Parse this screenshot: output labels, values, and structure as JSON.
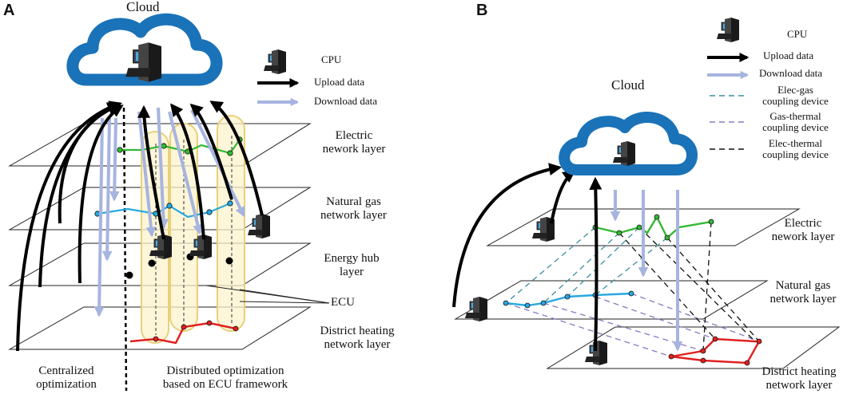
{
  "panels": {
    "a": {
      "label": "A",
      "cloud_label": "Cloud",
      "legend": {
        "cpu": "CPU",
        "upload": "Upload data",
        "download": "Download data"
      },
      "layers": {
        "electric": [
          "Electric",
          "nework layer"
        ],
        "gas": [
          "Natural gas",
          "network layer"
        ],
        "hub": [
          "Energy hub",
          "layer"
        ],
        "ecu": "ECU",
        "heating": [
          "District heating",
          "network layer"
        ]
      },
      "bottom": {
        "centralized": [
          "Centralized",
          "optimization"
        ],
        "distributed": [
          "Distributed optimization",
          "based on ECU framework"
        ]
      }
    },
    "b": {
      "label": "B",
      "cloud_label": "Cloud",
      "legend": {
        "cpu": "CPU",
        "upload": "Upload data",
        "download": "Download data",
        "elec_gas": [
          "Elec-gas",
          "coupling device"
        ],
        "gas_thermal": [
          "Gas-thermal",
          "coupling device"
        ],
        "elec_thermal": [
          "Elec-thermal",
          "coupling device"
        ]
      },
      "layers": {
        "electric": [
          "Electric",
          "nework layer"
        ],
        "gas": [
          "Natural gas",
          "network layer"
        ],
        "heating": [
          "District heating",
          "network layer"
        ]
      }
    }
  },
  "colors": {
    "cloud": "#1a73b8",
    "upload": "#000000",
    "download": "#a6b4e0",
    "electric": "#33b833",
    "gas": "#27a8e0",
    "heating": "#e02020",
    "ecu_fill": "#fdf3cc",
    "ecu_stroke": "#e8d07a",
    "elec_gas_dash": "#3a8fa0",
    "gas_thermal_dash": "#8a78c0",
    "elec_thermal_dash": "#111111"
  },
  "icons": {
    "cloud": "cloud-icon",
    "cpu": "computer-tower-icon"
  }
}
